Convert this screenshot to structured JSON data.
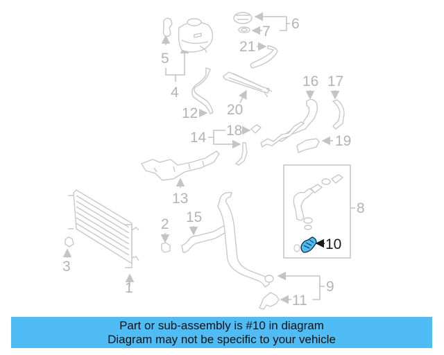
{
  "diagram": {
    "highlight_color": "#4fbcf5",
    "line_color": "#c4c4c4",
    "label_color": "#b4b4b4",
    "callouts": [
      {
        "number": "1",
        "part": "radiator"
      },
      {
        "number": "2",
        "part": "bracket"
      },
      {
        "number": "3",
        "part": "bracket"
      },
      {
        "number": "4",
        "part": "expansion-tank-group"
      },
      {
        "number": "5",
        "part": "tank-bracket"
      },
      {
        "number": "6",
        "part": "cap-group"
      },
      {
        "number": "7",
        "part": "seal"
      },
      {
        "number": "8",
        "part": "hose-assembly-group"
      },
      {
        "number": "9",
        "part": "lower-hose-group"
      },
      {
        "number": "10",
        "part": "hose-connector",
        "highlighted": true
      },
      {
        "number": "11",
        "part": "flange"
      },
      {
        "number": "12",
        "part": "hose"
      },
      {
        "number": "13",
        "part": "pipe-assembly"
      },
      {
        "number": "14",
        "part": "hose-group"
      },
      {
        "number": "15",
        "part": "pipe"
      },
      {
        "number": "16",
        "part": "hose"
      },
      {
        "number": "17",
        "part": "hose"
      },
      {
        "number": "18",
        "part": "clip"
      },
      {
        "number": "19",
        "part": "connector"
      },
      {
        "number": "20",
        "part": "bracket"
      },
      {
        "number": "21",
        "part": "hose"
      }
    ]
  },
  "labels": {
    "l1": "1",
    "l2": "2",
    "l3": "3",
    "l4": "4",
    "l5": "5",
    "l6": "6",
    "l7": "7",
    "l8": "8",
    "l9": "9",
    "l10": "10",
    "l11": "11",
    "l12": "12",
    "l13": "13",
    "l14": "14",
    "l15": "15",
    "l16": "16",
    "l17": "17",
    "l18": "18",
    "l19": "19",
    "l20": "20",
    "l21": "21"
  },
  "banner": {
    "line1": "Part or sub-assembly is #10 in diagram",
    "line2": "Diagram may not be specific to your vehicle",
    "background": "#4fbcf5"
  }
}
